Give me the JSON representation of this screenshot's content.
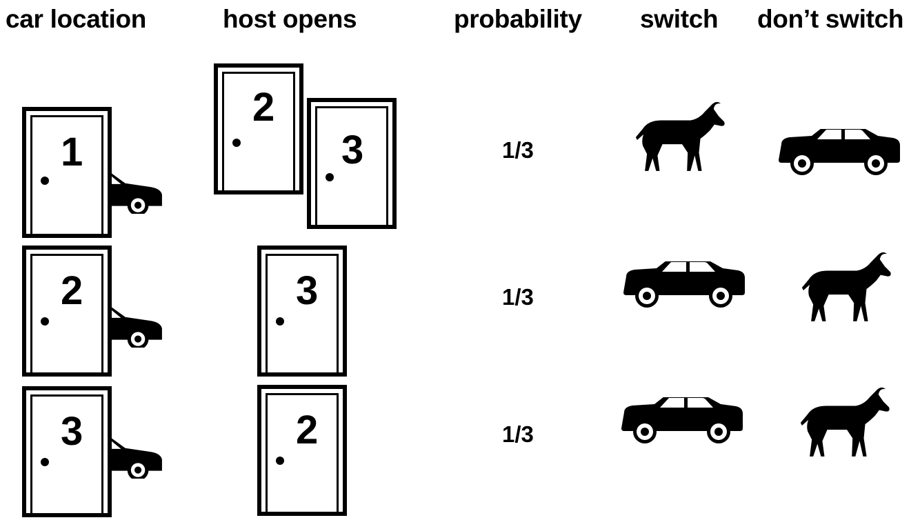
{
  "headers": {
    "car_location": "car location",
    "host_opens": "host opens",
    "probability": "probability",
    "switch": "switch",
    "dont_switch": "don’t switch"
  },
  "rows": [
    {
      "car_door": "1",
      "host_doors": [
        "2",
        "3"
      ],
      "probability": "1/3",
      "switch": "goat",
      "dont_switch": "car"
    },
    {
      "car_door": "2",
      "host_doors": [
        "3"
      ],
      "probability": "1/3",
      "switch": "car",
      "dont_switch": "goat"
    },
    {
      "car_door": "3",
      "host_doors": [
        "2"
      ],
      "probability": "1/3",
      "switch": "car",
      "dont_switch": "goat"
    }
  ],
  "icons": {
    "door": "door-icon",
    "car_peek": "car-rear-icon",
    "car": "car-icon",
    "goat": "goat-icon"
  },
  "colors": {
    "foreground": "#000000",
    "background": "#ffffff"
  }
}
